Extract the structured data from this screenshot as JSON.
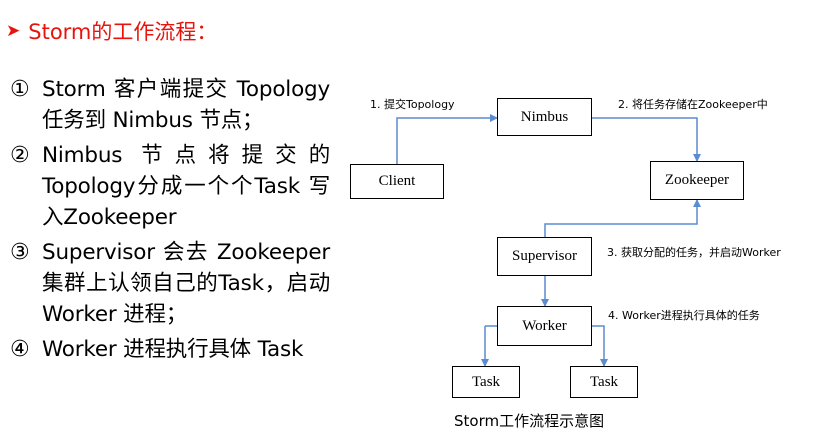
{
  "title": "Storm的工作流程：",
  "steps": [
    {
      "num": "①",
      "text": "Storm 客户端提交 Topology 任务到 Nimbus 节点；"
    },
    {
      "num": "②",
      "text": "Nimbus 节点将提交的 Topology分成一个个Task 写入Zookeeper"
    },
    {
      "num": "③",
      "text": "Supervisor 会去 Zookeeper集群上认领自己的Task，启动Worker 进程；"
    },
    {
      "num": "④",
      "text": "Worker 进程执行具体 Task"
    }
  ],
  "diagram": {
    "nodes": {
      "nimbus": "Nimbus",
      "client": "Client",
      "zookeeper": "Zookeeper",
      "supervisor": "Supervisor",
      "worker": "Worker",
      "task1": "Task",
      "task2": "Task"
    },
    "edge_labels": {
      "submit": "1. 提交Topology",
      "store": "2. 将任务存储在Zookeeper中",
      "fetch": "3. 获取分配的任务，并启动Worker",
      "execute": "4. Worker进程执行具体的任务"
    },
    "caption": "Storm工作流程示意图"
  },
  "colors": {
    "title": "#e8140c",
    "connector": "#5b8bd0"
  }
}
